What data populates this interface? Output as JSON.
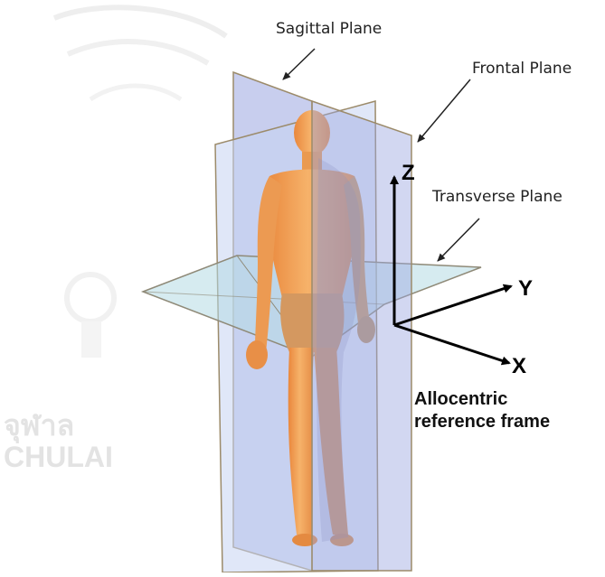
{
  "labels": {
    "sagittal": "Sagittal Plane",
    "frontal": "Frontal Plane",
    "transverse": "Transverse Plane",
    "z": "Z",
    "y": "Y",
    "x": "X",
    "frame_line1": "Allocentric",
    "frame_line2": "reference frame"
  },
  "watermark": {
    "thai": "จุฬาล",
    "latin": "CHULAI"
  },
  "colors": {
    "sagittal_plane": "#a9b2e6",
    "frontal_plane": "#c5d3f0",
    "transverse_plane": "#b9dde6",
    "plane_edge": "#9c8b6a",
    "body_skin": "#f0a85a",
    "body_shadow": "#b88a5a",
    "axis": "#000000"
  }
}
